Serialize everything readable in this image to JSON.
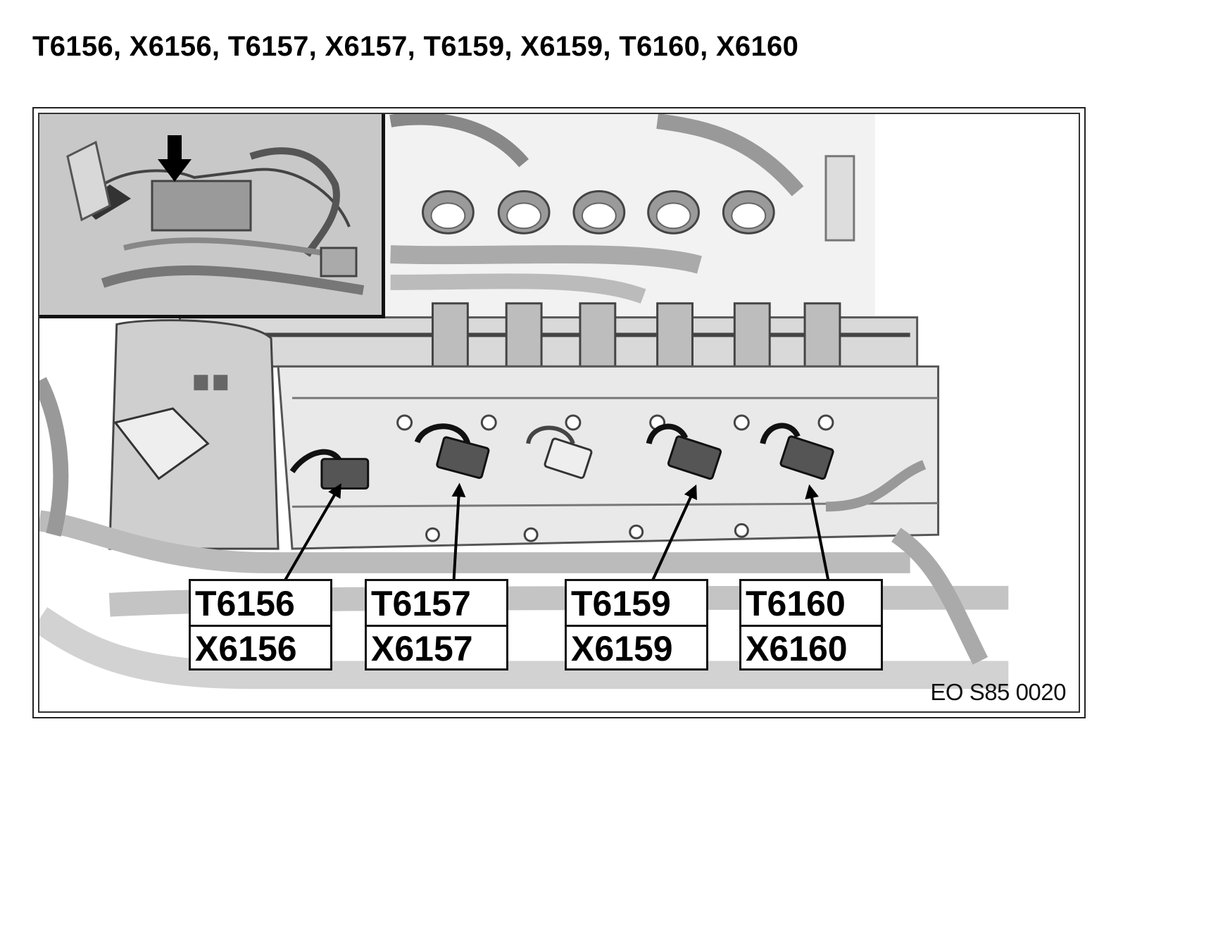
{
  "title": "T6156, X6156, T6157, X6157, T6159, X6159, T6160, X6160",
  "callouts": [
    {
      "top": "T6156",
      "bottom": "X6156"
    },
    {
      "top": "T6157",
      "bottom": "X6157"
    },
    {
      "top": "T6159",
      "bottom": "X6159"
    },
    {
      "top": "T6160",
      "bottom": "X6160"
    }
  ],
  "reference_code": "EO S85 0020",
  "colors": {
    "line": "#111111",
    "engine_light": "#e6e6e6",
    "engine_mid": "#bdbdbd",
    "engine_dark": "#6b6b6b",
    "inset_bg": "#c8c8c8"
  }
}
